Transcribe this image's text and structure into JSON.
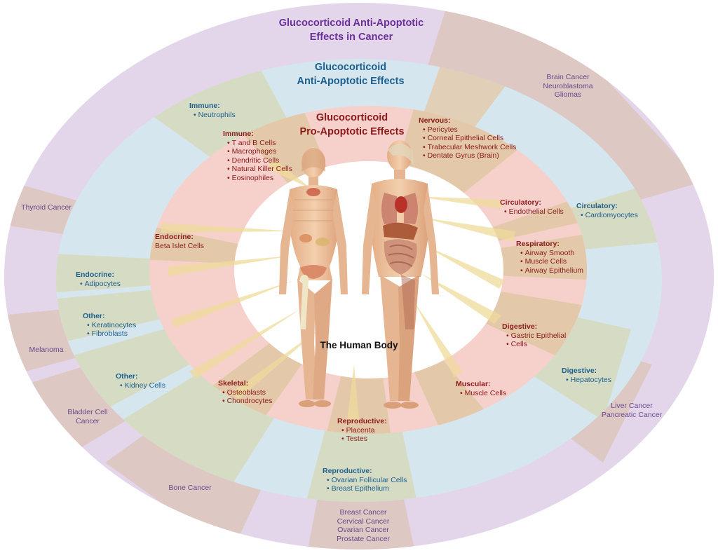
{
  "titles": {
    "cancer": [
      "Glucocorticoid Anti-Apoptotic",
      "Effects in Cancer"
    ],
    "anti": [
      "Glucocorticoid",
      "Anti-Apoptotic Effects"
    ],
    "pro": [
      "Glucocorticoid",
      "Pro-Apoptotic Effects"
    ],
    "body": "The Human Body"
  },
  "pro_groups": {
    "immune": {
      "heading": "Immune:",
      "items": [
        "T and B Cells",
        "Macrophages",
        "Dendritic Cells",
        "Natural Killer Cells",
        "Eosinophiles"
      ]
    },
    "nervous": {
      "heading": "Nervous:",
      "items": [
        "Pericytes",
        "Corneal Epithelial Cells",
        "Trabecular Meshwork Cells",
        "Dentate Gyrus (Brain)"
      ]
    },
    "circulatory": {
      "heading": "Circulatory:",
      "items": [
        "Endothelial Cells"
      ]
    },
    "respiratory": {
      "heading": "Respiratory:",
      "items": [
        "Airway Smooth",
        "Muscle Cells",
        "Airway Epithelium"
      ]
    },
    "digestive": {
      "heading": "Digestive:",
      "items": [
        "Gastric Epithelial",
        "Cells"
      ]
    },
    "muscular": {
      "heading": "Muscular:",
      "items": [
        "Muscle Cells"
      ]
    },
    "reproductive": {
      "heading": "Reproductive:",
      "items": [
        "Placenta",
        "Testes"
      ]
    },
    "skeletal": {
      "heading": "Skeletal:",
      "items": [
        "Osteoblasts",
        "Chondrocytes"
      ]
    },
    "endocrine": {
      "heading": "Endocrine:",
      "items": [
        "Beta Islet Cells"
      ]
    }
  },
  "anti_groups": {
    "immune": {
      "heading": "Immune:",
      "items": [
        "Neutrophils"
      ]
    },
    "circulatory": {
      "heading": "Circulatory:",
      "items": [
        "Cardiomyocytes"
      ]
    },
    "endocrine": {
      "heading": "Endocrine:",
      "items": [
        "Adipocytes"
      ]
    },
    "other1": {
      "heading": "Other:",
      "items": [
        "Keratinocytes",
        "Fibroblasts"
      ]
    },
    "other2": {
      "heading": "Other:",
      "items": [
        "Kidney Cells"
      ]
    },
    "digestive": {
      "heading": "Digestive:",
      "items": [
        "Hepatocytes"
      ]
    },
    "reproductive": {
      "heading": "Reproductive:",
      "items": [
        "Ovarian Follicular Cells",
        "Breast Epithelium"
      ]
    }
  },
  "cancers": {
    "brain": [
      "Brain Cancer",
      "Neuroblastoma",
      "Gliomas"
    ],
    "thyroid": [
      "Thyroid Cancer"
    ],
    "melanoma": [
      "Melanoma"
    ],
    "bladder": [
      "Bladder Cell",
      "Cancer"
    ],
    "bone": [
      "Bone Cancer"
    ],
    "breast": [
      "Breast Cancer",
      "Cervical Cancer",
      "Ovarian Cancer",
      "Prostate Cancer"
    ],
    "liver": [
      "Liver Cancer",
      "Pancreatic Cancer"
    ]
  },
  "colors": {
    "ring_cancer": "#e4d6ea",
    "ring_anti": "#d5e6ef",
    "ring_pro": "#f6d0cb",
    "center": "#ffffff",
    "sector_tan": "#e3c9a9",
    "sector_green": "#d6dcc4",
    "pro_text": "#8b1a1a",
    "anti_text": "#1d5f8f",
    "cancer_text": "#6a4a8c",
    "skin": "#eec4a2"
  }
}
